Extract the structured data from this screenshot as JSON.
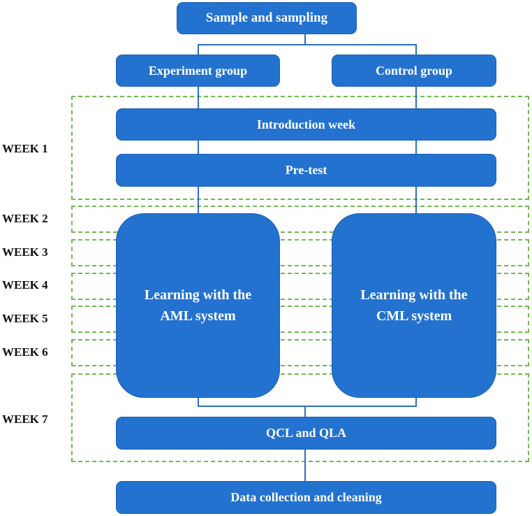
{
  "top": {
    "label": "Sample and sampling"
  },
  "groups": [
    {
      "label": "Experiment group"
    },
    {
      "label": "Control group"
    }
  ],
  "stages": {
    "introduction": "Introduction week",
    "pretest": "Pre-test",
    "aml": "Learning with the AML system",
    "cml": "Learning with the CML system",
    "qcl_qla": "QCL and QLA",
    "data": "Data collection and cleaning"
  },
  "weeks": [
    "WEEK 1",
    "WEEK 2",
    "WEEK 3",
    "WEEK 4",
    "WEEK 5",
    "WEEK 6",
    "WEEK 7"
  ],
  "colors": {
    "box": "#2372cf",
    "dash": "#6dbb4c",
    "line": "#2c6fc2"
  }
}
